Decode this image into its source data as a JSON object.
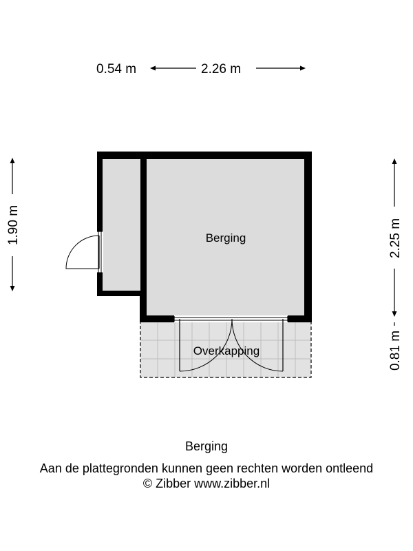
{
  "dimensions": {
    "top_left": "0.54 m",
    "top_main": "2.26 m",
    "left": "1.90 m",
    "right_upper": "2.25 m",
    "right_lower": "0.81 m"
  },
  "rooms": {
    "storage": "Berging",
    "canopy": "Overkapping"
  },
  "caption": {
    "title": "Berging",
    "disclaimer": "Aan de plattegronden kunnen geen rechten worden ontleend",
    "copyright": "© Zibber www.zibber.nl"
  },
  "colors": {
    "wall": "#000000",
    "floor": "#dcdcdc",
    "canopy_floor": "#e2e2e2",
    "tile_lines": "#bdbdbd"
  }
}
